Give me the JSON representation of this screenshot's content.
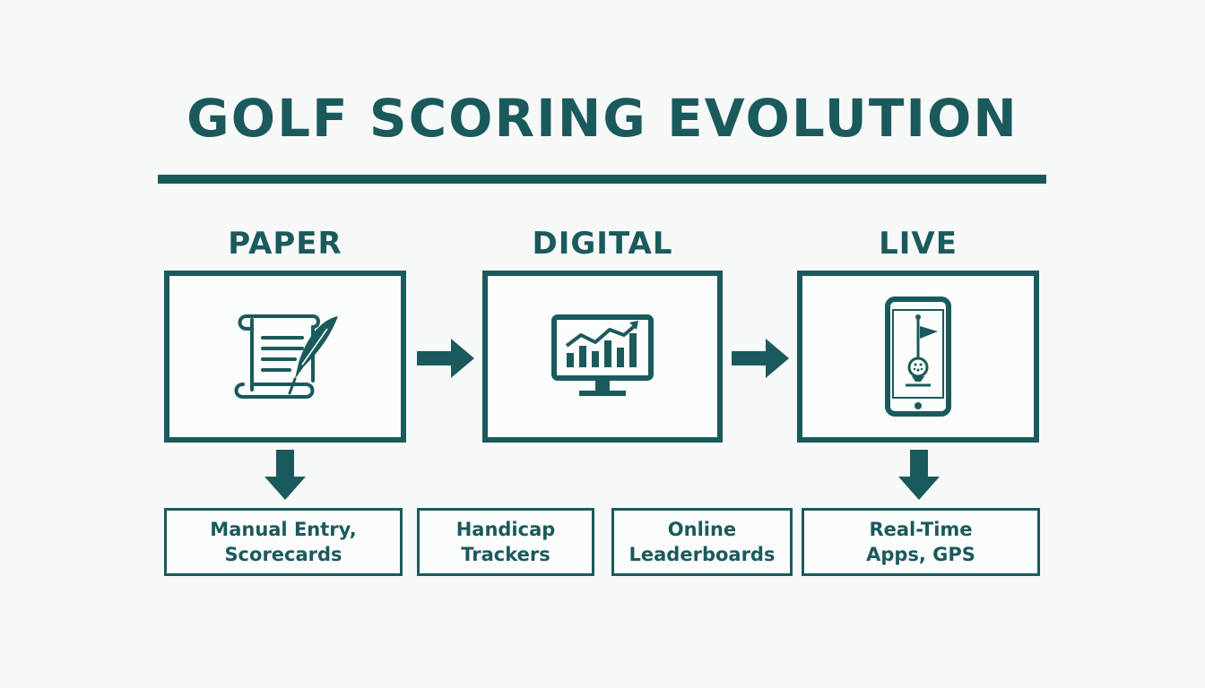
{
  "title": "GOLF SCORING EVOLUTION",
  "stages": [
    {
      "label": "PAPER",
      "icon": "scroll-quill-icon"
    },
    {
      "label": "DIGITAL",
      "icon": "monitor-chart-icon"
    },
    {
      "label": "LIVE",
      "icon": "smartphone-golf-flag-icon"
    }
  ],
  "notes": [
    {
      "text": "Manual Entry,\nScorecards"
    },
    {
      "text": "Handicap\nTrackers"
    },
    {
      "text": "Online\nLeaderboards"
    },
    {
      "text": "Real-Time\nApps, GPS"
    }
  ],
  "colors": {
    "primary": "#1b5a5c",
    "background": "#f7f9f9"
  }
}
